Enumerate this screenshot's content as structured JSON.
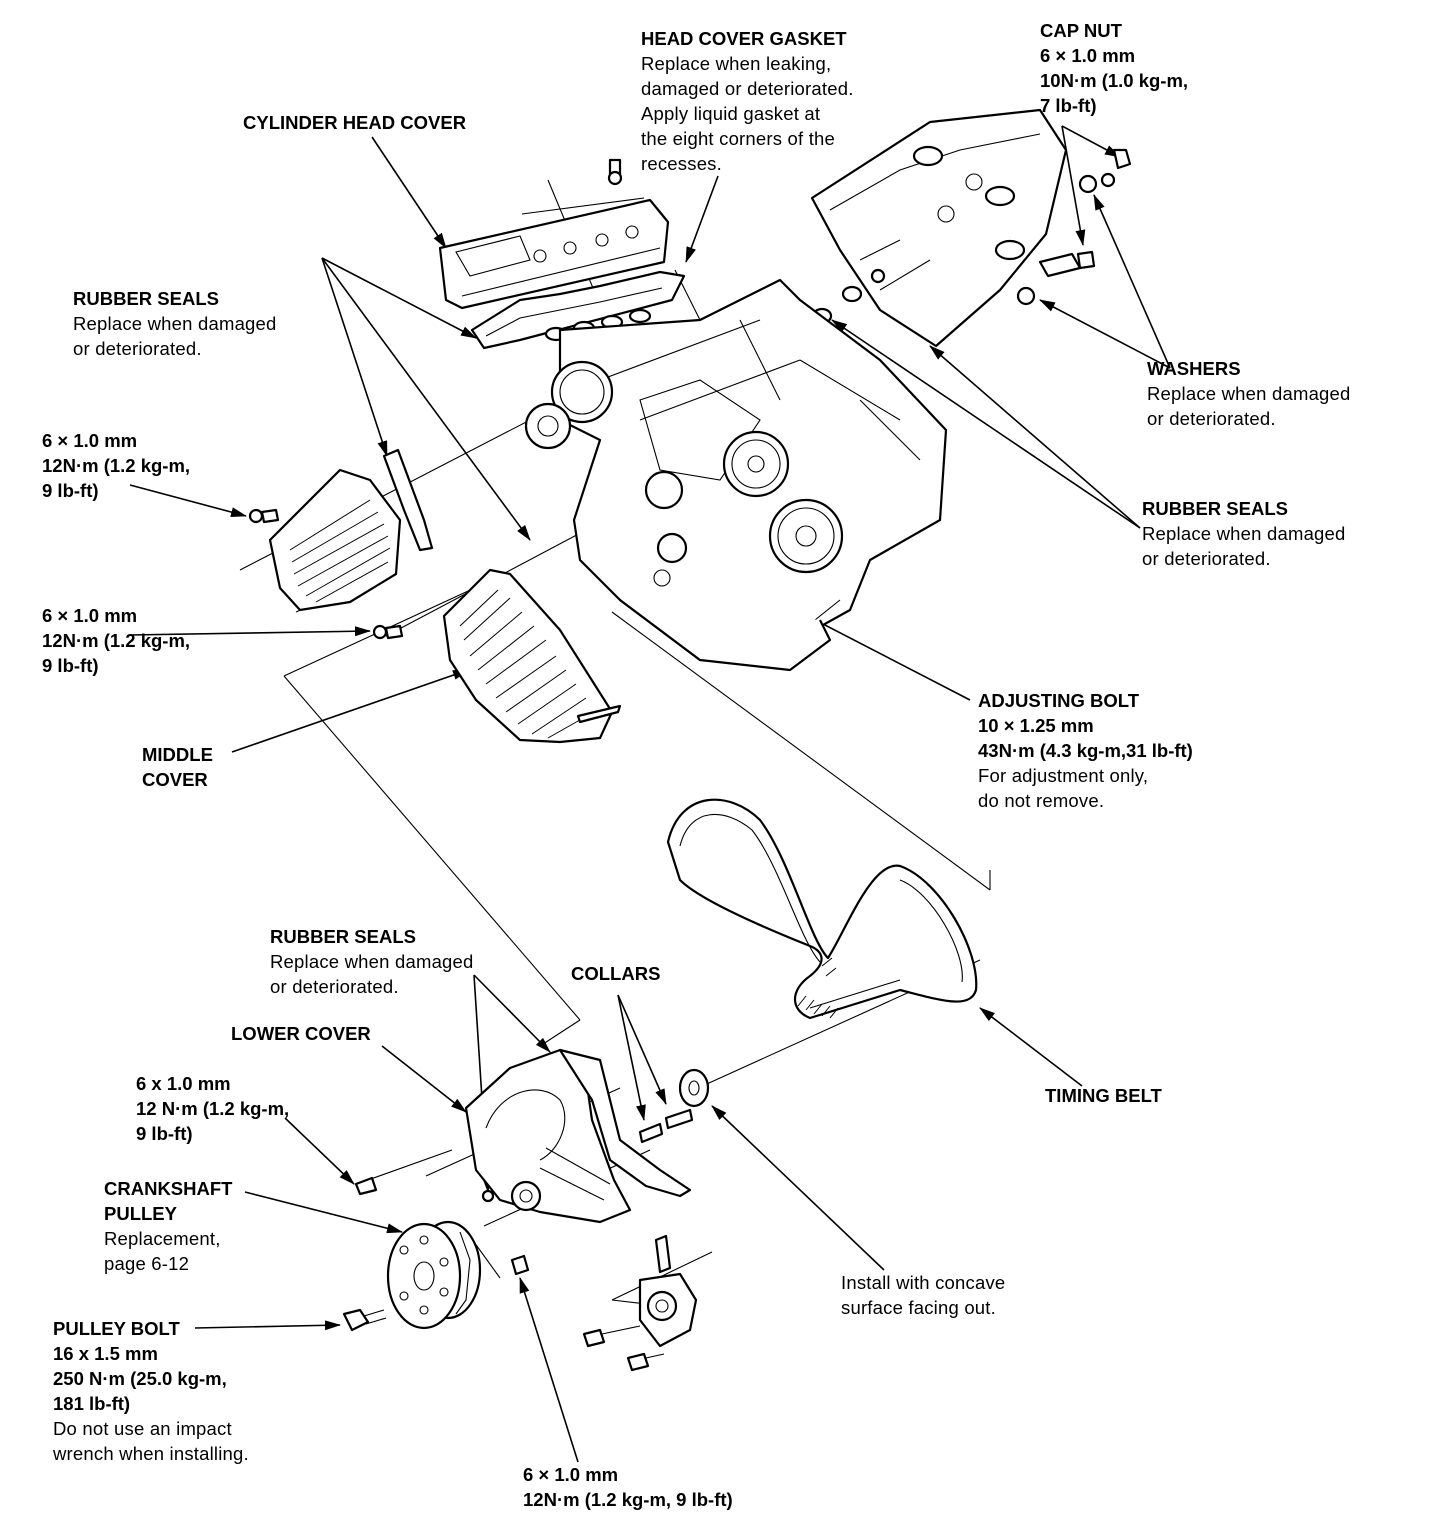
{
  "labels": {
    "head_cover_gasket": {
      "title": "HEAD COVER GASKET",
      "desc": [
        "Replace when leaking,",
        "damaged or deteriorated.",
        "Apply liquid gasket at",
        "the eight corners of the",
        "recesses."
      ]
    },
    "cap_nut": {
      "title": "CAP NUT",
      "spec": [
        "6 × 1.0 mm",
        "10N·m (1.0 kg-m,",
        "7 lb-ft)"
      ]
    },
    "cylinder_head_cover": {
      "title": "CYLINDER HEAD COVER"
    },
    "rubber_seals_top": {
      "title": "RUBBER SEALS",
      "desc": [
        "Replace when damaged",
        "or deteriorated."
      ]
    },
    "washers": {
      "title": "WASHERS",
      "desc": [
        "Replace when damaged",
        "or deteriorated."
      ]
    },
    "bolt_upper_left": {
      "spec": [
        "6 × 1.0 mm",
        "12N·m (1.2 kg-m,",
        "9 lb-ft)"
      ]
    },
    "rubber_seals_right": {
      "title": "RUBBER SEALS",
      "desc": [
        "Replace when damaged",
        "or deteriorated."
      ]
    },
    "bolt_middle_left": {
      "spec": [
        "6 × 1.0 mm",
        "12N·m (1.2 kg-m,",
        "9 lb-ft)"
      ]
    },
    "adjusting_bolt": {
      "title": "ADJUSTING BOLT",
      "spec": [
        "10 × 1.25 mm",
        "43N·m (4.3 kg-m,31 lb-ft)"
      ],
      "desc": [
        "For adjustment only,",
        "do not remove."
      ]
    },
    "middle_cover": {
      "title": [
        "MIDDLE",
        "COVER"
      ]
    },
    "rubber_seals_lower": {
      "title": "RUBBER SEALS",
      "desc": [
        "Replace when damaged",
        "or deteriorated."
      ]
    },
    "collars": {
      "title": "COLLARS"
    },
    "lower_cover": {
      "title": "LOWER COVER"
    },
    "bolt_lower_left": {
      "spec": [
        "6 x 1.0 mm",
        "12 N·m (1.2 kg-m,",
        "9 lb-ft)"
      ]
    },
    "timing_belt": {
      "title": "TIMING BELT"
    },
    "crankshaft_pulley": {
      "title": [
        "CRANKSHAFT",
        "PULLEY"
      ],
      "desc": [
        "Replacement,",
        "page 6-12"
      ]
    },
    "install_note": {
      "desc": [
        "Install with concave",
        "surface facing out."
      ]
    },
    "pulley_bolt": {
      "title": "PULLEY BOLT",
      "spec": [
        "16 x 1.5 mm",
        "250 N·m (25.0 kg-m,",
        "181 lb-ft)"
      ],
      "desc": [
        "Do not use an impact",
        "wrench when installing."
      ]
    },
    "bolt_bottom": {
      "spec": [
        "6 × 1.0 mm",
        "12N·m (1.2 kg-m, 9 lb-ft)"
      ]
    }
  }
}
